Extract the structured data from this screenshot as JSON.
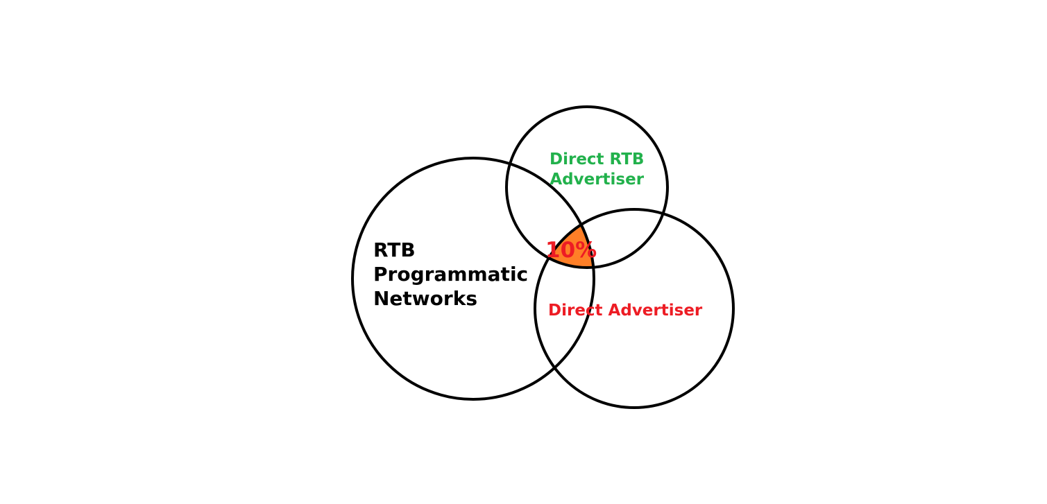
{
  "diagram": {
    "type": "venn",
    "sets": [
      {
        "id": "rtb",
        "label_lines": [
          "RTB",
          "Programmatic",
          "Networks"
        ],
        "label_color": "#000000"
      },
      {
        "id": "direct-rtb",
        "label_lines": [
          "Direct RTB",
          "Advertiser"
        ],
        "label_color": "#22b14c"
      },
      {
        "id": "direct",
        "label_lines": [
          "Direct Advertiser"
        ],
        "label_color": "#ed1c24"
      }
    ],
    "intersection": {
      "of": [
        "rtb",
        "direct-rtb",
        "direct"
      ],
      "label": "10%",
      "label_color": "#ed1c24",
      "fill_color": "#ff7f27"
    },
    "outline_color": "#000000"
  }
}
